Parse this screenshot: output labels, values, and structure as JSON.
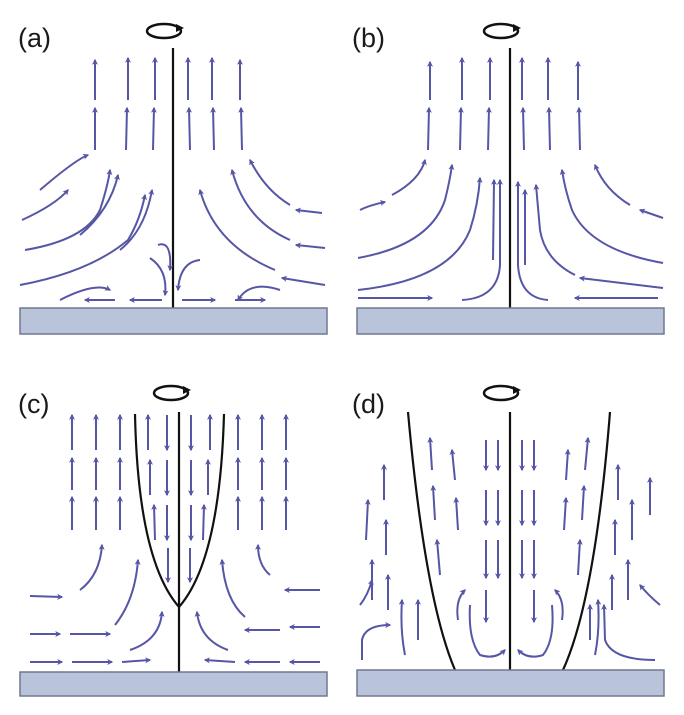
{
  "panels": [
    {
      "id": "a",
      "label": "(a)"
    },
    {
      "id": "b",
      "label": "(b)"
    },
    {
      "id": "c",
      "label": "(c)"
    },
    {
      "id": "d",
      "label": "(d)"
    }
  ],
  "colors": {
    "flow": "#5656a6",
    "axis": "#111111",
    "surface_fill": "#b9c3d9",
    "surface_stroke": "#6f7890"
  },
  "icons": {
    "rotation": "rotation-arrow-icon"
  }
}
